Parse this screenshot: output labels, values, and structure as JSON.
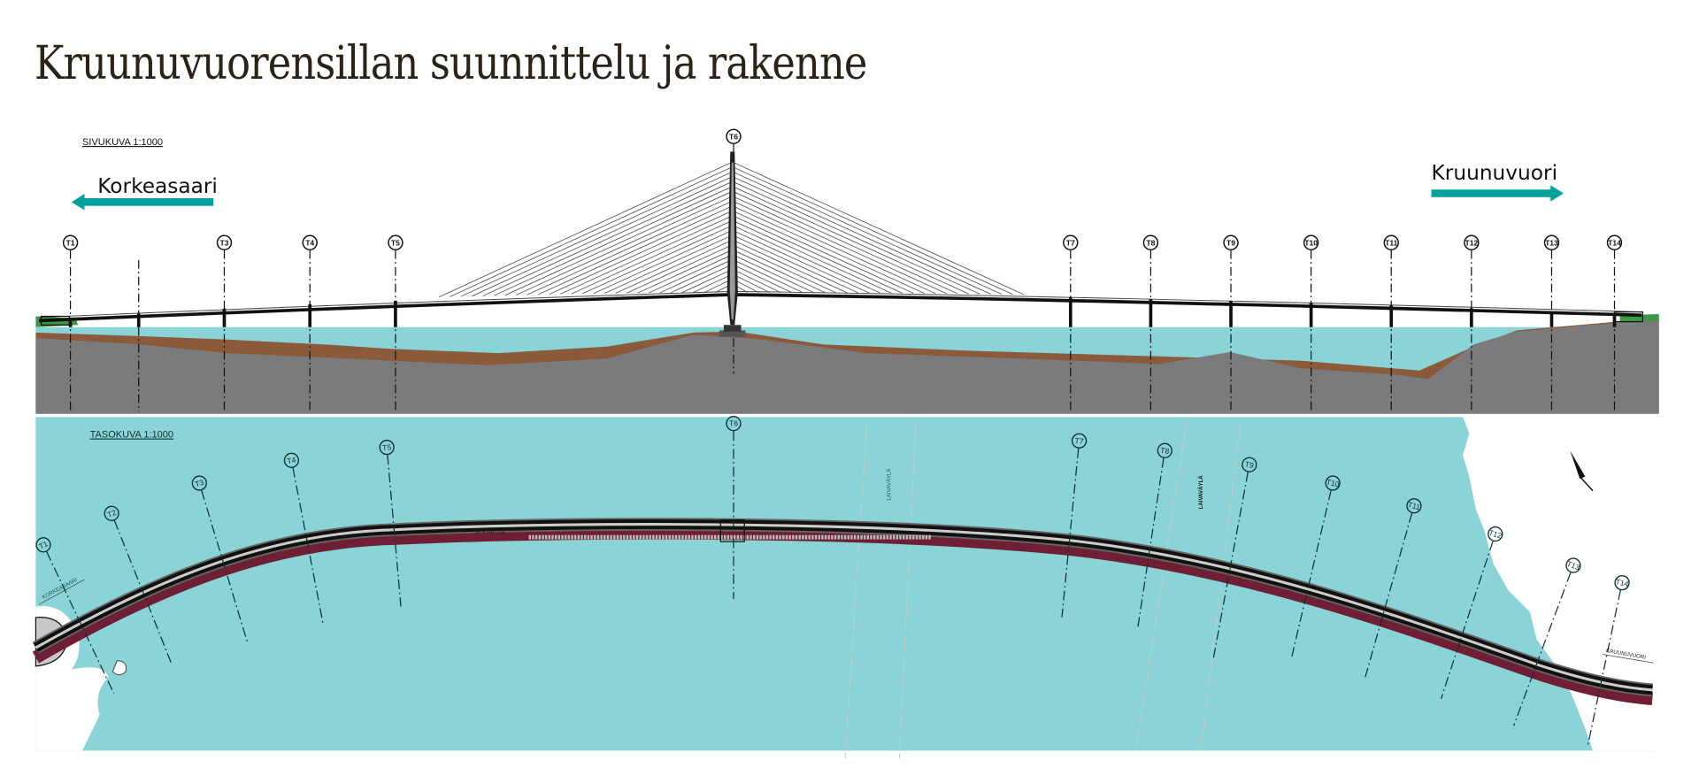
{
  "title": "Kruunuvuorensillan suunnittelu ja rakenne",
  "side_view": {
    "label": "SIVUKUVA 1:1000",
    "direction_left": "Korkeasaari",
    "direction_right": "Kruunuvuori",
    "markers": [
      "T1",
      "T3",
      "T4",
      "T5",
      "T6",
      "T7",
      "T8",
      "T9",
      "T10",
      "T11",
      "T12",
      "T13",
      "T14"
    ]
  },
  "plan_view": {
    "label": "TASOKUVA 1:1000",
    "markers": [
      "T1",
      "T2",
      "T3",
      "T4",
      "T5",
      "T6",
      "T7",
      "T8",
      "T9",
      "T10",
      "T11",
      "T12",
      "T13",
      "T14"
    ],
    "label_korkeasaari": "KORKEASAARI",
    "label_kruunuvuori": "KRUUNUVUORI",
    "label_fairway_1": "LAIVAVÄYLÄ",
    "label_fairway_2": "LAIVAVÄYLÄ",
    "label_path": "JK + PP -TIE"
  },
  "colors": {
    "water": "#8ad3d6",
    "ground": "#7b7a7d",
    "sediment": "#8b5a3a",
    "arrow": "#00a19a",
    "deck_plan": "#6e1f33"
  }
}
